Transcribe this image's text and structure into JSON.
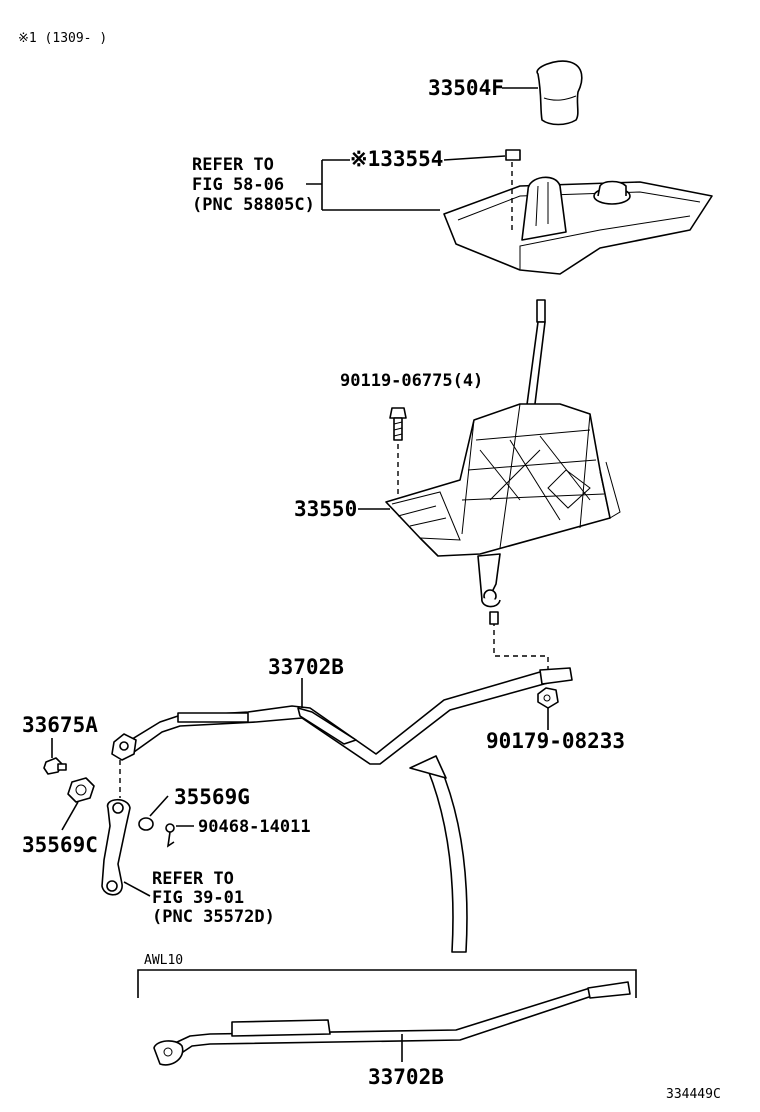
{
  "header_note": "※1 (1309-        )",
  "figure_code": "334449C",
  "callouts": {
    "shift_knob": "33504F",
    "boot_ring": "※133554",
    "refer_top_line1": "REFER TO",
    "refer_top_line2": "FIG 58-06",
    "refer_top_line3": "(PNC 58805C)",
    "bolt_top": "90119-06775(4)",
    "lever_assembly": "33550",
    "cable_upper": "33702B",
    "nut_right": "90179-08233",
    "clip_left": "33675A",
    "bushing_g": "35569G",
    "clip_pin": "90468-14011",
    "bushing_c": "35569C",
    "refer_bottom_line1": "REFER TO",
    "refer_bottom_line2": "FIG 39-01",
    "refer_bottom_line3": "(PNC 35572D)",
    "variant_label": "AWL10",
    "cable_lower": "33702B"
  },
  "icons": [
    "arrow-curve-icon"
  ]
}
